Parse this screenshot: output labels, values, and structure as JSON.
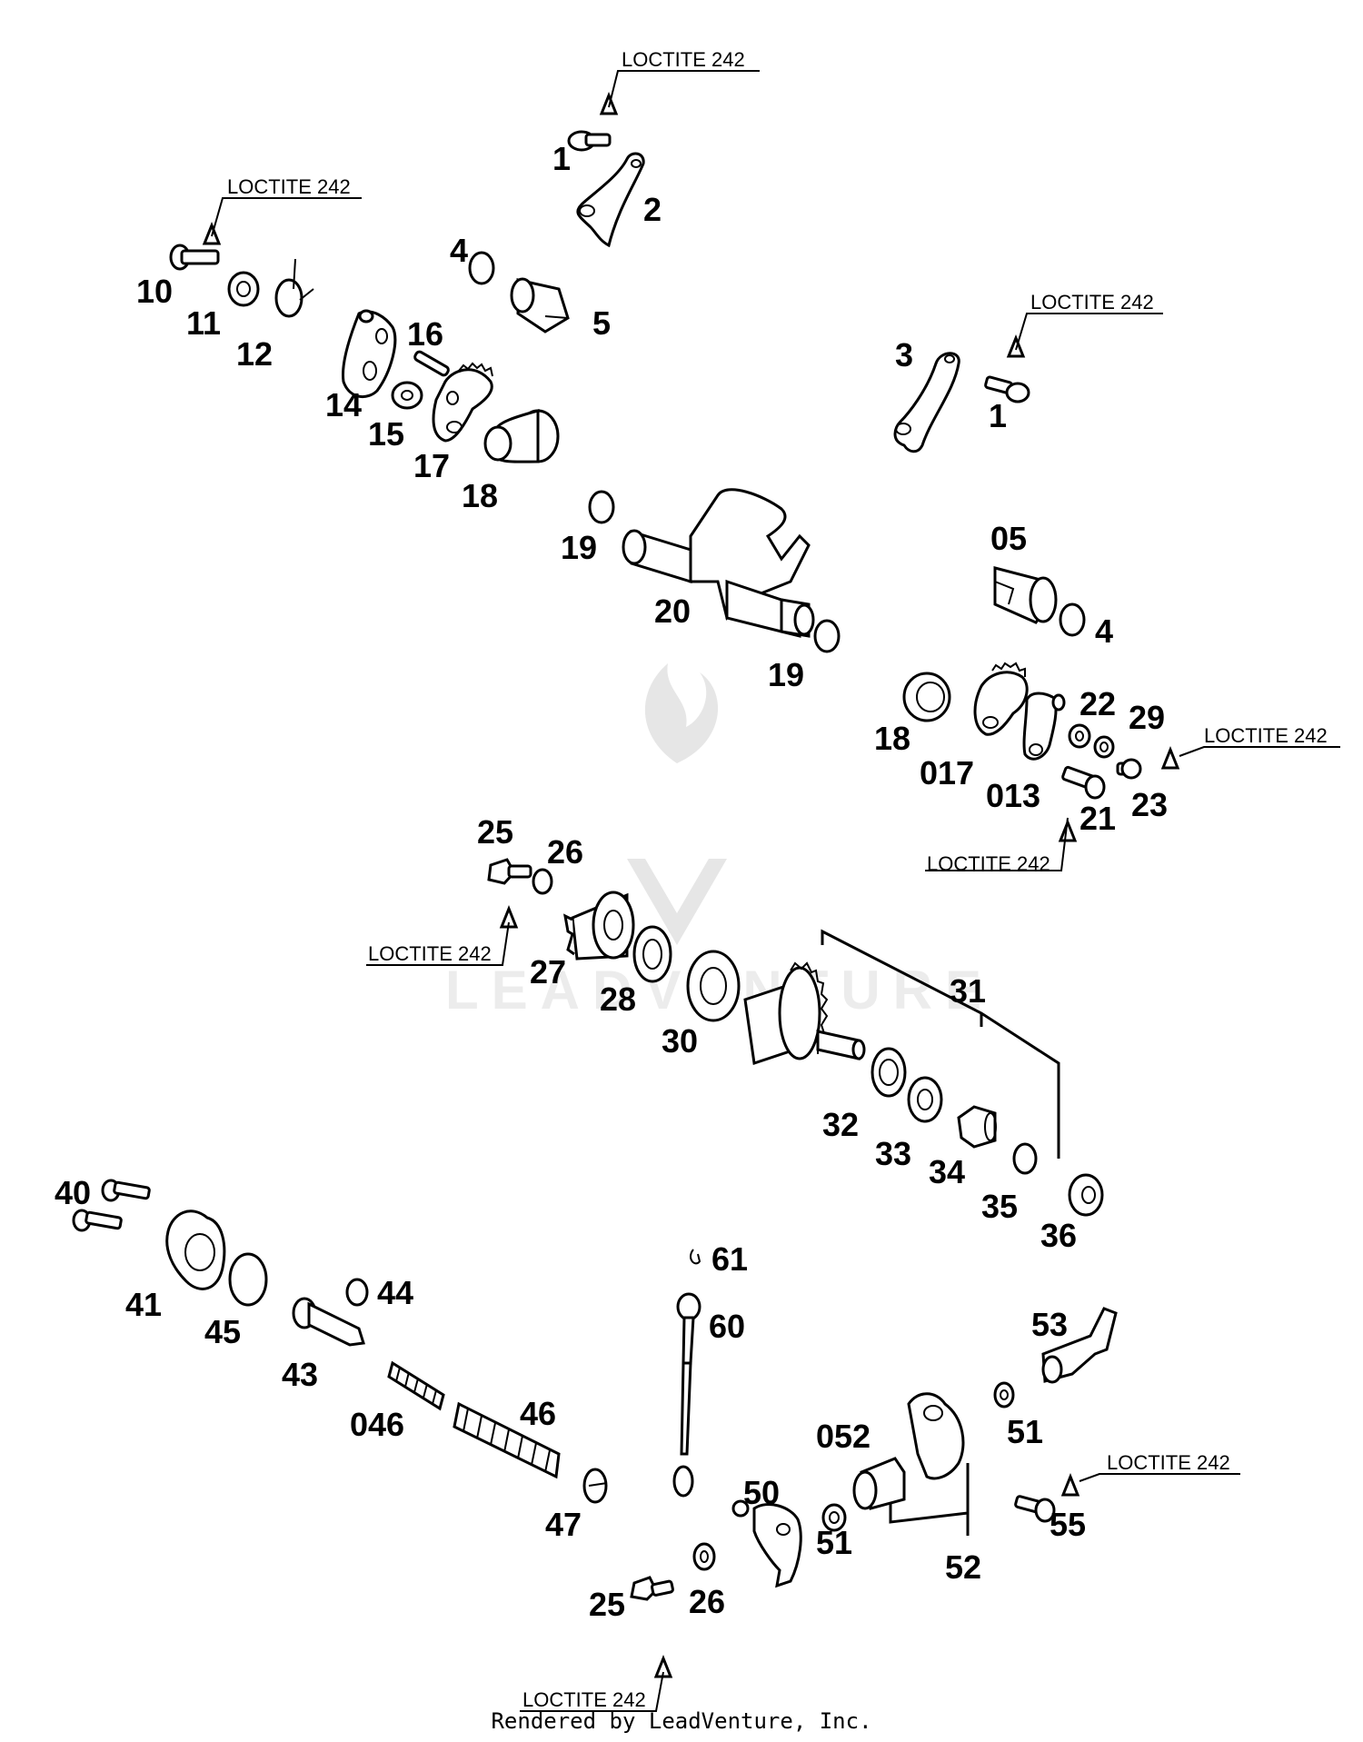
{
  "labels": {
    "p1a": "1",
    "p2": "2",
    "p3": "3",
    "p1b": "1",
    "p4a": "4",
    "p5": "5",
    "p10": "10",
    "p11": "11",
    "p12": "12",
    "p14": "14",
    "p15": "15",
    "p16": "16",
    "p17": "17",
    "p18a": "18",
    "p19a": "19",
    "p20": "20",
    "p19b": "19",
    "p05": "05",
    "p4b": "4",
    "p18b": "18",
    "p017": "017",
    "p013": "013",
    "p22": "22",
    "p29": "29",
    "p23": "23",
    "p21": "21",
    "p25a": "25",
    "p26a": "26",
    "p27": "27",
    "p28": "28",
    "p30": "30",
    "p31": "31",
    "p32": "32",
    "p33": "33",
    "p34": "34",
    "p35": "35",
    "p36": "36",
    "p40": "40",
    "p41": "41",
    "p45": "45",
    "p44": "44",
    "p43": "43",
    "p046": "046",
    "p46": "46",
    "p47": "47",
    "p61": "61",
    "p60": "60",
    "p53": "53",
    "p052": "052",
    "p51a": "51",
    "p51b": "51",
    "p50": "50",
    "p52": "52",
    "p55": "55",
    "p25b": "25",
    "p26b": "26"
  },
  "loctite": {
    "l1": "LOCTITE 242",
    "l2": "LOCTITE 242",
    "l3": "LOCTITE 242",
    "l4": "LOCTITE 242",
    "l5": "LOCTITE 242",
    "l6": "LOCTITE 242",
    "l7": "LOCTITE 242",
    "l8": "LOCTITE 242"
  },
  "watermark": "LEADVENTURE",
  "footer": "Rendered by LeadVenture, Inc."
}
